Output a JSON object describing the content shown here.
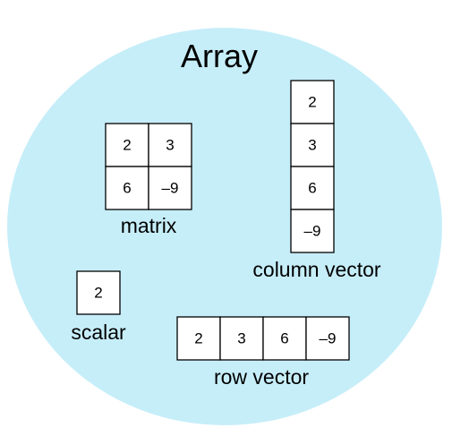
{
  "diagram": {
    "title": "Array",
    "background_color": "#c6eef9",
    "matrix": {
      "label": "matrix",
      "rows": [
        [
          "2",
          "3"
        ],
        [
          "6",
          "–9"
        ]
      ]
    },
    "column_vector": {
      "label": "column vector",
      "values": [
        "2",
        "3",
        "6",
        "–9"
      ]
    },
    "scalar": {
      "label": "scalar",
      "value": "2"
    },
    "row_vector": {
      "label": "row vector",
      "values": [
        "2",
        "3",
        "6",
        "–9"
      ]
    }
  }
}
